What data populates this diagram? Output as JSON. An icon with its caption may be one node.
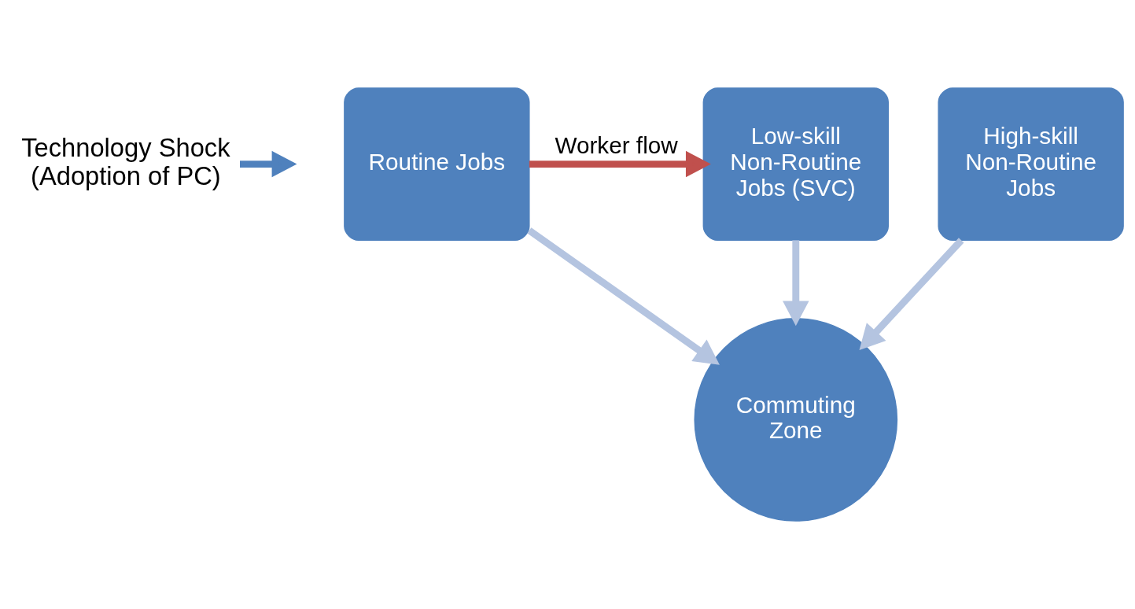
{
  "diagram": {
    "nodes": [
      {
        "text": [
          "Technology Shock (Adoption of PC)"
        ]
      },
      {
        "text": [
          "Routine Jobs"
        ]
      },
      {
        "text": [
          "Low-skill Non-Routine Jobs (SVC)"
        ]
      },
      {
        "text": [
          "High-skill Non-Routine Jobs"
        ]
      },
      {
        "text": [
          "Commuting Zone"
        ]
      }
    ],
    "edges": [
      {
        "from": 0,
        "to": null,
        "arrow": "to",
        "color": "#4f81bd"
      },
      {
        "from": 1,
        "to": 2,
        "arrow": "to",
        "label": "Worker flow",
        "color": "#c0504d"
      },
      {
        "from": 2,
        "to": 4,
        "arrow": "to"
      },
      {
        "from": 1,
        "to": 4,
        "arrow": "to"
      },
      {
        "from": 3,
        "to": 4,
        "arrow": "to"
      }
    ]
  }
}
